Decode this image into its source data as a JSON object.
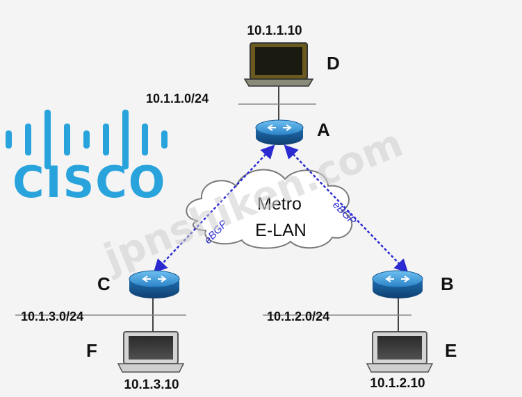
{
  "logo": {
    "text": "CISCO",
    "icon": "cisco-bridge-bars-icon",
    "color": "#29a3dc"
  },
  "watermark": {
    "text": "jpnshiken.com"
  },
  "cloud": {
    "line1": "Metro",
    "line2": "E-LAN"
  },
  "routers": [
    {
      "id": "A",
      "label": "A"
    },
    {
      "id": "B",
      "label": "B"
    },
    {
      "id": "C",
      "label": "C"
    }
  ],
  "hosts": [
    {
      "id": "D",
      "label": "D",
      "ip": "10.1.1.10"
    },
    {
      "id": "E",
      "label": "E",
      "ip": "10.1.2.10"
    },
    {
      "id": "F",
      "label": "F",
      "ip": "10.1.3.10"
    }
  ],
  "subnets": [
    {
      "label": "10.1.1.0/24"
    },
    {
      "label": "10.1.2.0/24"
    },
    {
      "label": "10.1.3.0/24"
    }
  ],
  "sessions": [
    {
      "from": "A",
      "to": "C",
      "label": "eBGP"
    },
    {
      "from": "A",
      "to": "B",
      "label": "eBGP"
    }
  ],
  "colors": {
    "router": "#1f6fb0",
    "router_top": "#3d98d8",
    "bgp_link": "#2a2ad0",
    "cloud_outline": "#777777"
  }
}
